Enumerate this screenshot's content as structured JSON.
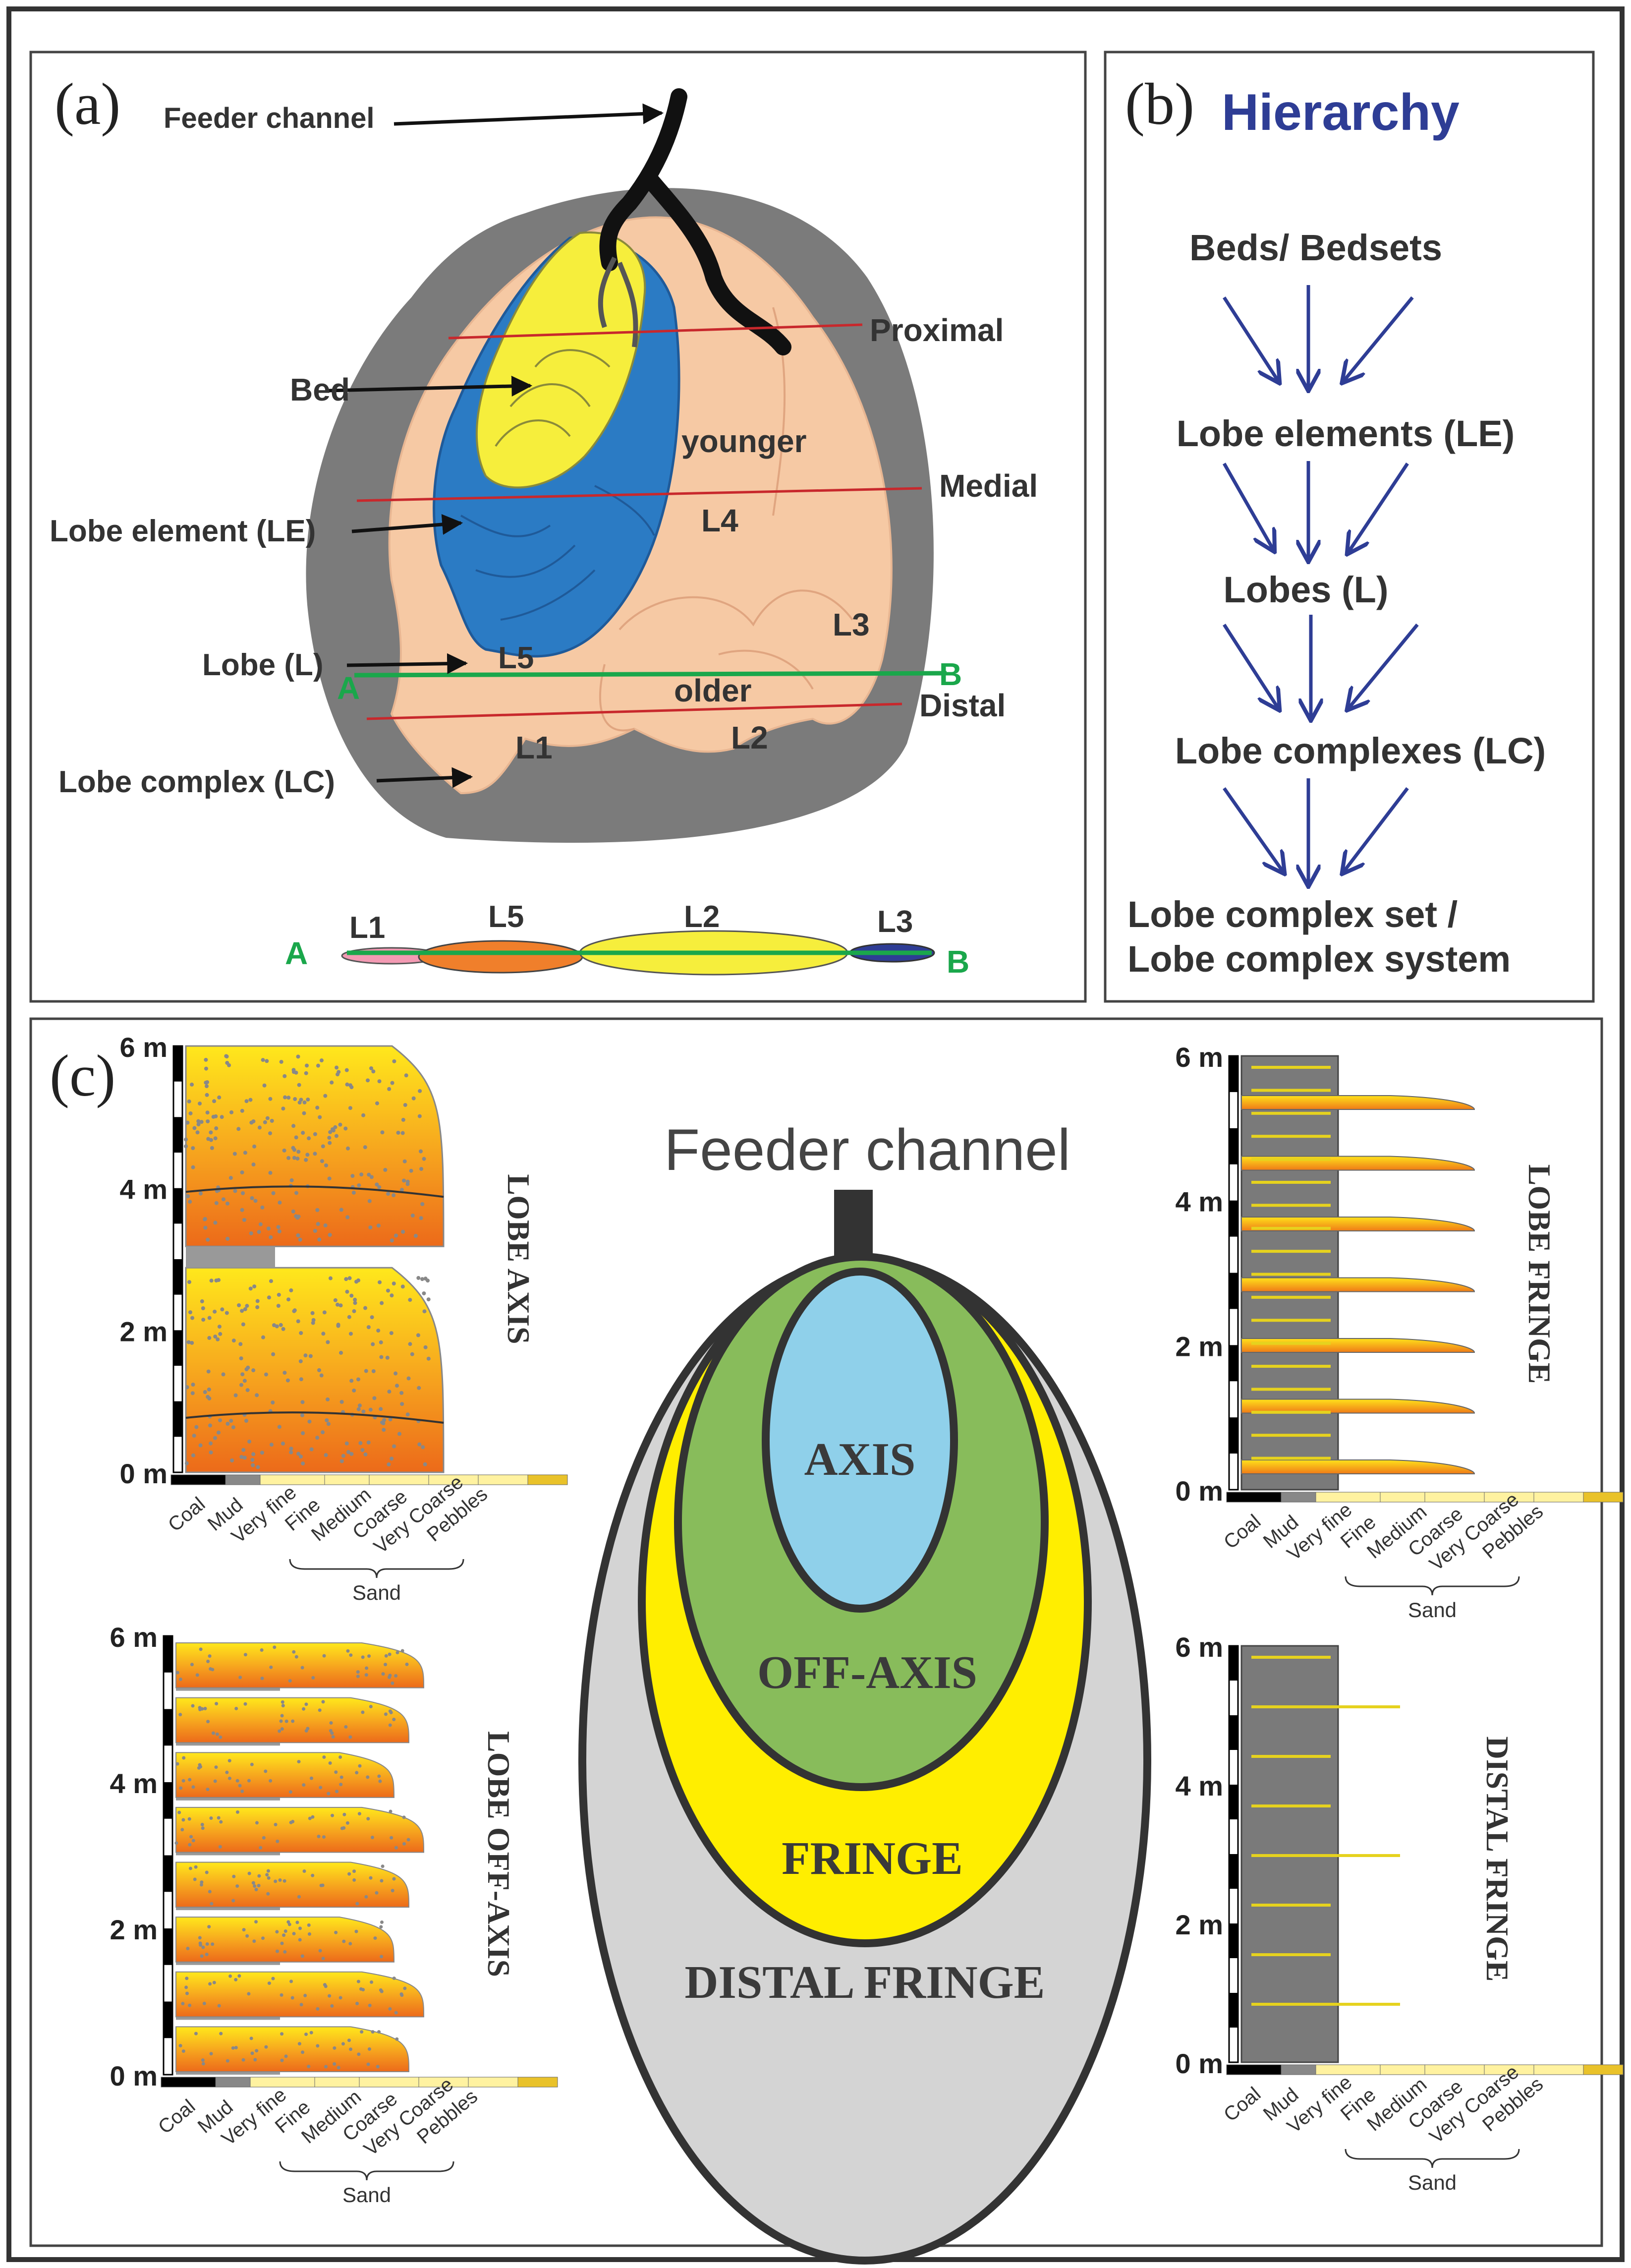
{
  "panel_a": {
    "tag": "(a)",
    "labels": {
      "feeder_channel": "Feeder channel",
      "proximal": "Proximal",
      "bed": "Bed",
      "younger": "younger",
      "medial": "Medial",
      "lobe_element": "Lobe element (LE)",
      "l4": "L4",
      "l3": "L3",
      "lobe": "Lobe (L)",
      "l5": "L5",
      "a": "A",
      "b": "B",
      "older": "older",
      "distal": "Distal",
      "l1": "L1",
      "l2": "L2",
      "lobe_complex": "Lobe complex (LC)"
    },
    "cross_section": {
      "a": "A",
      "b": "B",
      "l1": "L1",
      "l5": "L5",
      "l2": "L2",
      "l3": "L3"
    }
  },
  "panel_b": {
    "tag": "(b)",
    "title": "Hierarchy",
    "levels": [
      "Beds/ Bedsets",
      "Lobe elements (LE)",
      "Lobes (L)",
      "Lobe complexes (LC)",
      "Lobe complex set /",
      "Lobe complex system"
    ]
  },
  "panel_c": {
    "tag": "(c)",
    "center": {
      "feeder": "Feeder channel",
      "zones": {
        "axis": "AXIS",
        "off_axis": "OFF-AXIS",
        "fringe": "FRINGE",
        "distal_fringe": "DISTAL FRINGE"
      }
    },
    "logs": [
      {
        "title": "LOBE AXIS",
        "ticks": [
          "6 m",
          "4 m",
          "2 m",
          "0 m"
        ]
      },
      {
        "title": "LOBE OFF-AXIS",
        "ticks": [
          "6 m",
          "4 m",
          "2 m",
          "0 m"
        ]
      },
      {
        "title": "LOBE FRINGE",
        "ticks": [
          "6 m",
          "4 m",
          "2 m",
          "0 m"
        ]
      },
      {
        "title": "DISTAL FRINGE",
        "ticks": [
          "6 m",
          "4 m",
          "2 m",
          "0 m"
        ]
      }
    ],
    "grain_sizes": [
      "Coal",
      "Mud",
      "Very fine",
      "Fine",
      "Medium",
      "Coarse",
      "Very Coarse",
      "Pebbles"
    ],
    "sand_label": "Sand"
  },
  "colors": {
    "frame": "#333333",
    "sand": "#f6c9a4",
    "blue_lobe": "#2b7bc4",
    "yellow": "#f6ee3c",
    "green_line": "#1aa74b",
    "red_line": "#c8282c",
    "arrow_blue": "#2e3d95",
    "axis": "#8fd0ea",
    "off_axis": "#88bc5b",
    "fringe": "#ffee00",
    "distal": "#d4d4d4"
  }
}
